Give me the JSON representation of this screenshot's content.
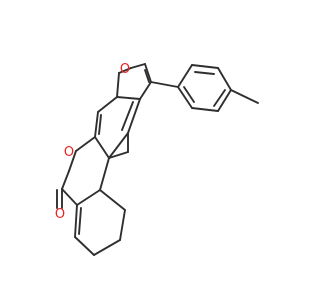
{
  "diagram": {
    "kind": "chemical-structure",
    "colors": {
      "bond": "#2f2f2f",
      "heteroatom_oxygen": "#e8231f",
      "background": "#ffffff"
    },
    "atoms": {
      "furan_oxygen": "O",
      "lactone_ring_oxygen": "O",
      "carbonyl_oxygen": "O"
    }
  }
}
